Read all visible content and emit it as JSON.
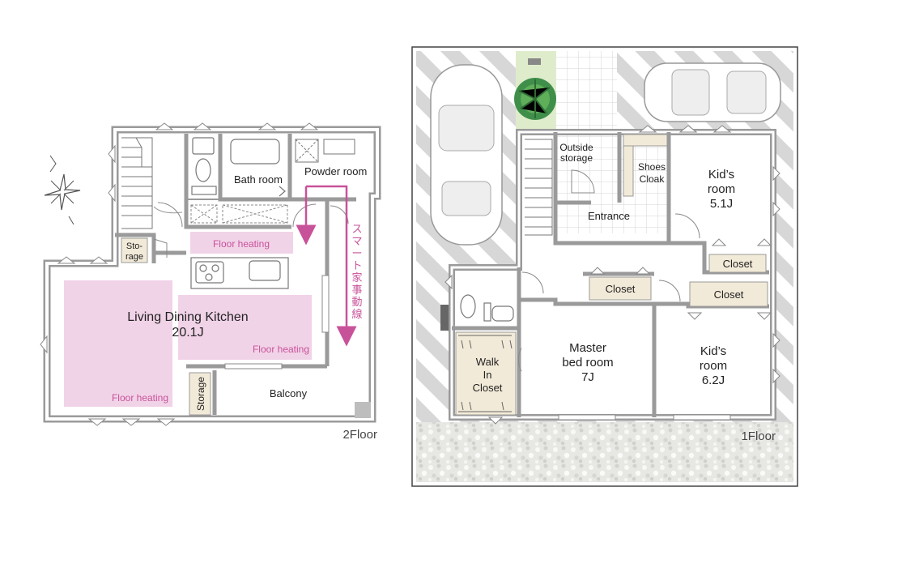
{
  "colors": {
    "wall": "#9a9a9a",
    "heating": "#f1d3e8",
    "heating_text": "#c8529a",
    "arrow": "#c8529a",
    "closet": "#f2ead8",
    "stripe": "#d7d7d7",
    "gravel": "#e5e5e2"
  },
  "floor2": {
    "label": "2Floor",
    "bath": "Bath room",
    "powder": "Powder room",
    "storage_top_1": "Sto-",
    "storage_top_2": "rage",
    "ldk_name": "Living Dining Kitchen",
    "ldk_size": "20.1J",
    "storage_vertical": "Storage",
    "balcony": "Balcony",
    "heating_1": "Floor heating",
    "heating_2": "Floor heating",
    "heating_3": "Floor heating",
    "smart_line": [
      "ス",
      "マ",
      "ー",
      "ト",
      "家",
      "事",
      "動",
      "線"
    ]
  },
  "floor1": {
    "label": "1Floor",
    "outside_1": "Outside",
    "outside_2": "storage",
    "shoes_1": "Shoes",
    "shoes_2": "Cloak",
    "entrance": "Entrance",
    "kid1_1": "Kid’s",
    "kid1_2": "room",
    "kid1_3": "5.1J",
    "closet_a": "Closet",
    "closet_b": "Closet",
    "closet_c": "Closet",
    "master_1": "Master",
    "master_2": "bed room",
    "master_3": "7J",
    "kid2_1": "Kid’s",
    "kid2_2": "room",
    "kid2_3": "6.2J",
    "wic_1": "Walk",
    "wic_2": "In",
    "wic_3": "Closet"
  }
}
